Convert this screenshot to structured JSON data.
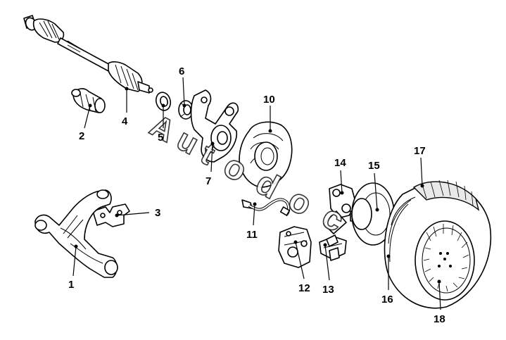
{
  "callouts": {
    "c1": "1",
    "c2": "2",
    "c3": "3",
    "c4": "4",
    "c5": "5",
    "c6": "6",
    "c7": "7",
    "c10": "10",
    "c11": "11",
    "c12": "12",
    "c13": "13",
    "c14": "14",
    "c15": "15",
    "c16": "16",
    "c17": "17",
    "c18": "18"
  },
  "watermark": "Autodoc"
}
